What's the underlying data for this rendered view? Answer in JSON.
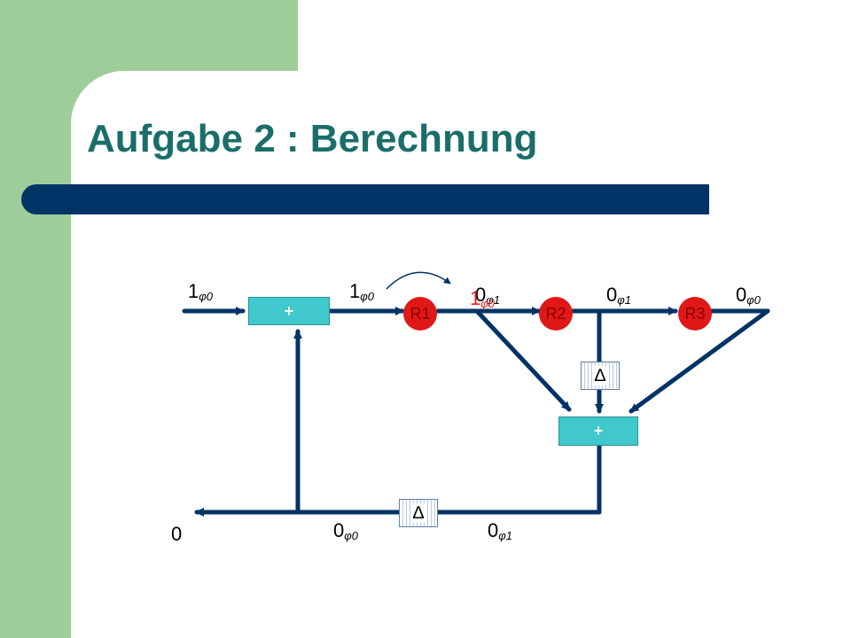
{
  "slide": {
    "title": "Aufgabe 2 : Berechnung",
    "colors": {
      "background_green": "#9fcd99",
      "title_text": "#1a6e6a",
      "title_bar": "#003366",
      "arrows": "#003366",
      "adder_box": "#40c8cc",
      "register": "#e01818"
    }
  },
  "diagram": {
    "adders": [
      {
        "id": "adder-top",
        "label": "+"
      },
      {
        "id": "adder-bottom",
        "label": "+"
      }
    ],
    "registers": [
      {
        "id": "r1",
        "label": "R1"
      },
      {
        "id": "r2",
        "label": "R2"
      },
      {
        "id": "r3",
        "label": "R3"
      }
    ],
    "delays": [
      {
        "id": "delay-vertical",
        "label": "∆"
      },
      {
        "id": "delay-bottom",
        "label": "∆"
      }
    ],
    "labels": {
      "input": {
        "value": "1",
        "phase": "φ0"
      },
      "after_adder": {
        "value": "1",
        "phase": "φ0"
      },
      "r1_out": {
        "value": "0",
        "phase": "φ1"
      },
      "r1_out_overlay": {
        "value": "1",
        "phase": "φ0"
      },
      "r2_out": {
        "value": "0",
        "phase": "φ1"
      },
      "r3_out": {
        "value": "0",
        "phase": "φ0"
      },
      "output": {
        "value": "0"
      },
      "bottom_left": {
        "value": "0",
        "phase": "φ0"
      },
      "bottom_right": {
        "value": "0",
        "phase": "φ1"
      }
    }
  }
}
